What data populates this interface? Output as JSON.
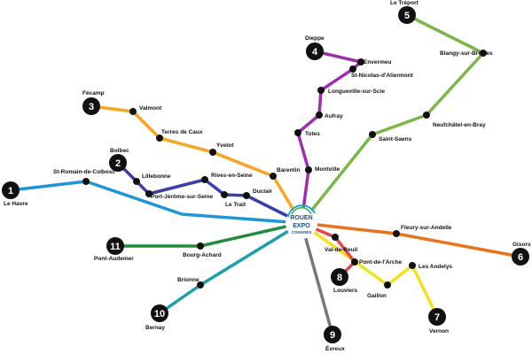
{
  "hub": {
    "line1": "ROUEN",
    "line2": "EXPO",
    "line3": "CONGRÈS"
  },
  "lines": [
    {
      "number": "1",
      "color": "#1e96d8",
      "terminus": "Le Havre",
      "stops": [
        "St-Romain-de-Colbosc"
      ]
    },
    {
      "number": "2",
      "color": "#3a3fa8",
      "terminus": "Bolbec",
      "stops": [
        "Lillebonne",
        "Port-Jérôme-sur-Seine",
        "Rives-en-Seine",
        "Le Trait",
        "Duclair"
      ]
    },
    {
      "number": "3",
      "color": "#f5a623",
      "terminus": "Fécamp",
      "stops": [
        "Valmont",
        "Terres de Caux",
        "Yvetot",
        "Barentin"
      ]
    },
    {
      "number": "4",
      "color": "#9b2fae",
      "terminus": "Dieppe",
      "stops": [
        "Envermeu",
        "St-Nicolas-d'Aliermont",
        "Longueville-sur-Scie",
        "Aufray",
        "Totes",
        "Montville"
      ]
    },
    {
      "number": "5",
      "color": "#7ab648",
      "terminus": "Le Tréport",
      "stops": [
        "Blangy-sur-Bresles",
        "Neufchâtel-en-Bray",
        "Saint-Saens"
      ]
    },
    {
      "number": "6",
      "color": "#e8731c",
      "terminus": "Gisors",
      "stops": [
        "Fleury-sur-Andelle"
      ]
    },
    {
      "number": "7",
      "color": "#f5e11b",
      "terminus": "Vernon",
      "stops": [
        "Les Andelys",
        "Gaillon"
      ]
    },
    {
      "number": "8",
      "color": "#e8454a",
      "terminus": "Louviers",
      "stops": [
        "Pont-de-l'Arche",
        "Val-de-Reuil"
      ]
    },
    {
      "number": "9",
      "color": "#777777",
      "terminus": "Évreux",
      "stops": []
    },
    {
      "number": "10",
      "color": "#1aa0a8",
      "terminus": "Bernay",
      "stops": [
        "Brionne"
      ]
    },
    {
      "number": "11",
      "color": "#1e8c3a",
      "terminus": "Pont-Audemer",
      "stops": [
        "Bourg-Achard"
      ]
    }
  ]
}
